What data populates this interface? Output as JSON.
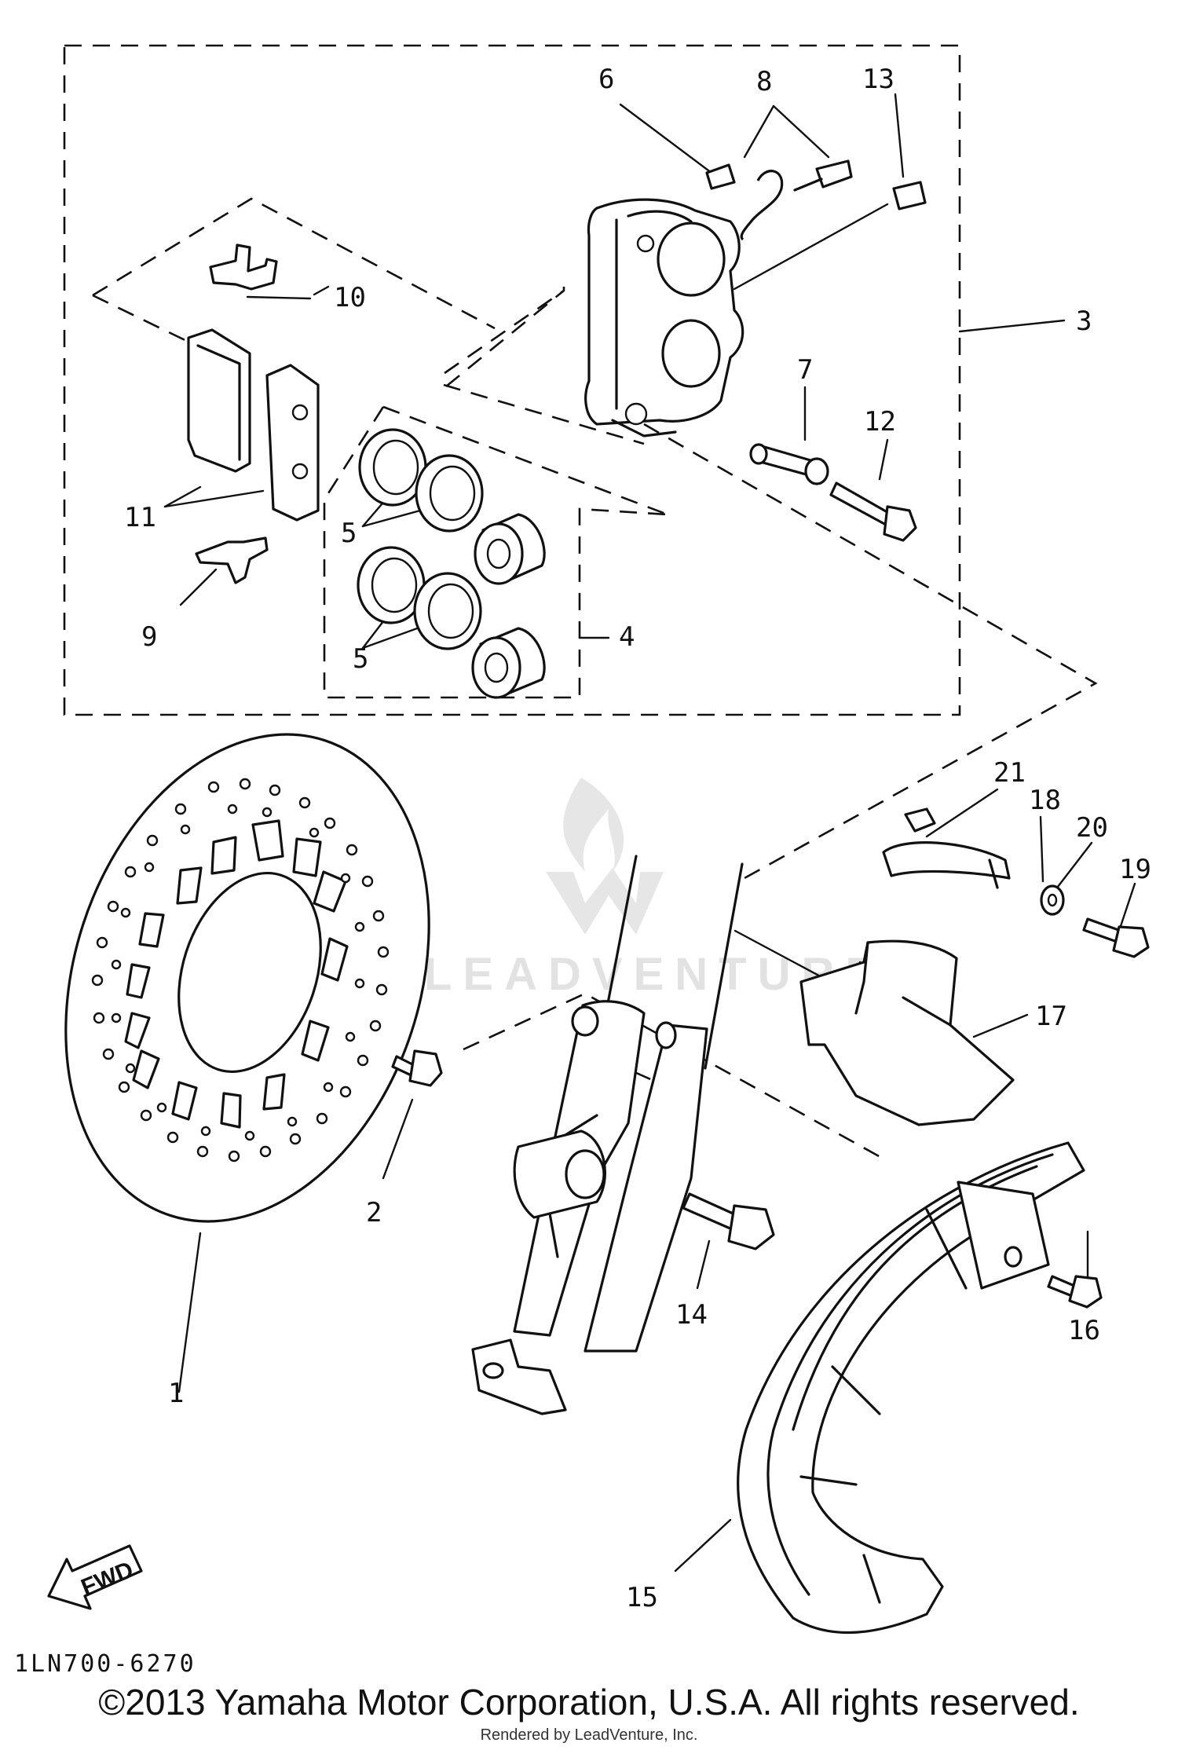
{
  "diagram": {
    "callouts": {
      "c1": "1",
      "c2": "2",
      "c3": "3",
      "c4": "4",
      "c5a": "5",
      "c5b": "5",
      "c6": "6",
      "c7": "7",
      "c8": "8",
      "c9": "9",
      "c10": "10",
      "c11": "11",
      "c12": "12",
      "c13": "13",
      "c14": "14",
      "c15": "15",
      "c16": "16",
      "c17": "17",
      "c18": "18",
      "c19": "19",
      "c20": "20",
      "c21": "21"
    },
    "fwd_label": "FWD",
    "part_code": "1LN700-6270",
    "watermark": "LEADVENTURE"
  },
  "footer": {
    "copyright": "©2013 Yamaha Motor Corporation, U.S.A. All rights reserved.",
    "rendered_by": "Rendered by LeadVenture, Inc."
  }
}
